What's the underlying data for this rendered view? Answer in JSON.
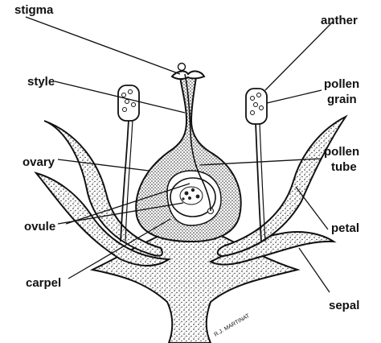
{
  "labels": {
    "stigma": "stigma",
    "style": "style",
    "ovary": "ovary",
    "ovule": "ovule",
    "carpel": "carpel",
    "anther": "anther",
    "pollen_grain_line1": "pollen",
    "pollen_grain_line2": "grain",
    "pollen_tube_line1": "pollen",
    "pollen_tube_line2": "tube",
    "petal": "petal",
    "sepal": "sepal"
  },
  "signature": "R.J. MARTINAT",
  "colors": {
    "ink": "#111111",
    "paper": "#ffffff"
  }
}
